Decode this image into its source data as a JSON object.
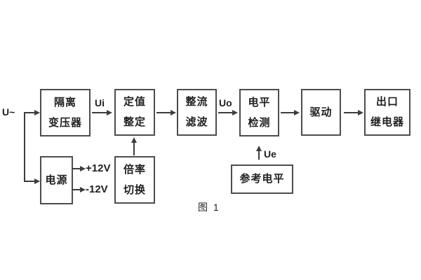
{
  "figure_caption": "图 1",
  "signal_labels": {
    "input": "U~",
    "ui": "Ui",
    "uo": "Uo",
    "ue": "Ue",
    "plus_rail": "+12V",
    "minus_rail": "-12V"
  },
  "blocks": {
    "isolation_transformer": {
      "line1": "隔离",
      "line2": "变压器"
    },
    "setting": {
      "line1": "定值",
      "line2": "整定"
    },
    "rectifier_filter": {
      "line1": "整流",
      "line2": "滤波"
    },
    "level_detection": {
      "line1": "电平",
      "line2": "检测"
    },
    "drive": {
      "line1": "驱动"
    },
    "output_relay": {
      "line1": "出口",
      "line2": "继电器"
    },
    "power_supply": {
      "line1": "电源"
    },
    "ratio_switch": {
      "line1": "倍率",
      "line2": "切换"
    },
    "reference_level": {
      "line1": "参考电平"
    }
  },
  "colors": {
    "line": "#3d3d3d",
    "box_border": "#4d4d4d",
    "text": "#1f1f1f",
    "background": "#ffffff"
  }
}
